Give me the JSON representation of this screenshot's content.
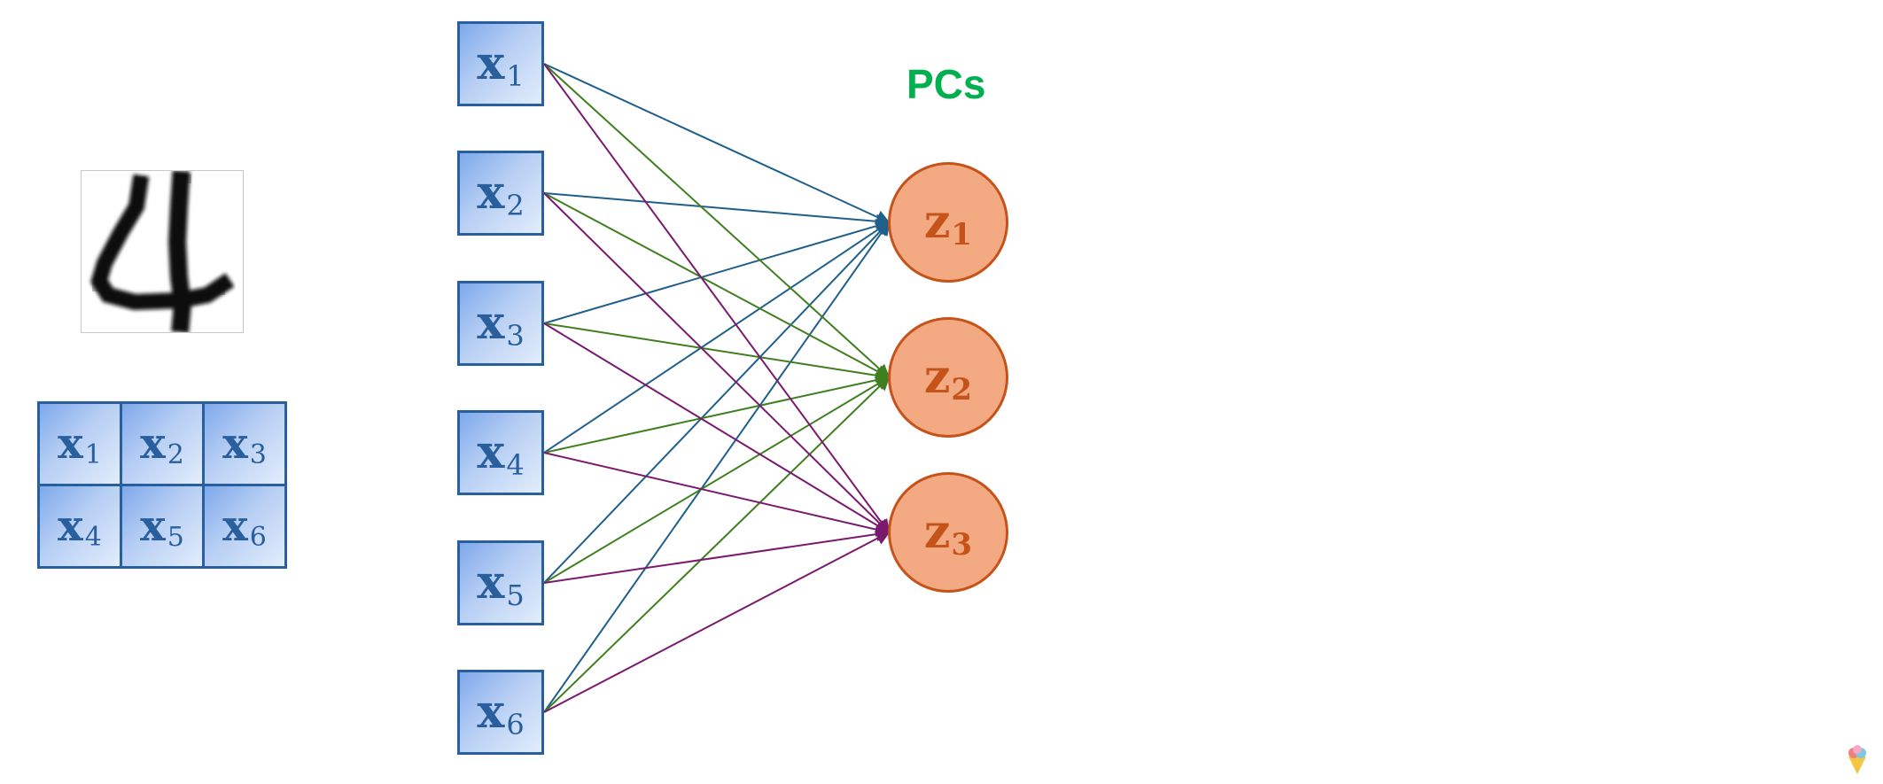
{
  "title": "PCs",
  "pixel_grid": {
    "rows": [
      [
        {
          "var": "x",
          "sub": "1"
        },
        {
          "var": "x",
          "sub": "2"
        },
        {
          "var": "x",
          "sub": "3"
        }
      ],
      [
        {
          "var": "x",
          "sub": "4"
        },
        {
          "var": "x",
          "sub": "5"
        },
        {
          "var": "x",
          "sub": "6"
        }
      ]
    ]
  },
  "inputs": [
    {
      "var": "x",
      "sub": "1"
    },
    {
      "var": "x",
      "sub": "2"
    },
    {
      "var": "x",
      "sub": "3"
    },
    {
      "var": "x",
      "sub": "4"
    },
    {
      "var": "x",
      "sub": "5"
    },
    {
      "var": "x",
      "sub": "6"
    }
  ],
  "outputs": [
    {
      "var": "z",
      "sub": "1",
      "color": "#1f5f8b"
    },
    {
      "var": "z",
      "sub": "2",
      "color": "#3f7f1f"
    },
    {
      "var": "z",
      "sub": "3",
      "color": "#7a1a6e"
    }
  ],
  "colors": {
    "input_border": "#2a5f9e",
    "node_fill": "#f3a982",
    "node_border": "#c5531a",
    "title": "#00b050"
  },
  "icons": {
    "digit_image": "handwritten-digit-4-icon",
    "corner_logo": "ice-cream-logo-icon"
  }
}
